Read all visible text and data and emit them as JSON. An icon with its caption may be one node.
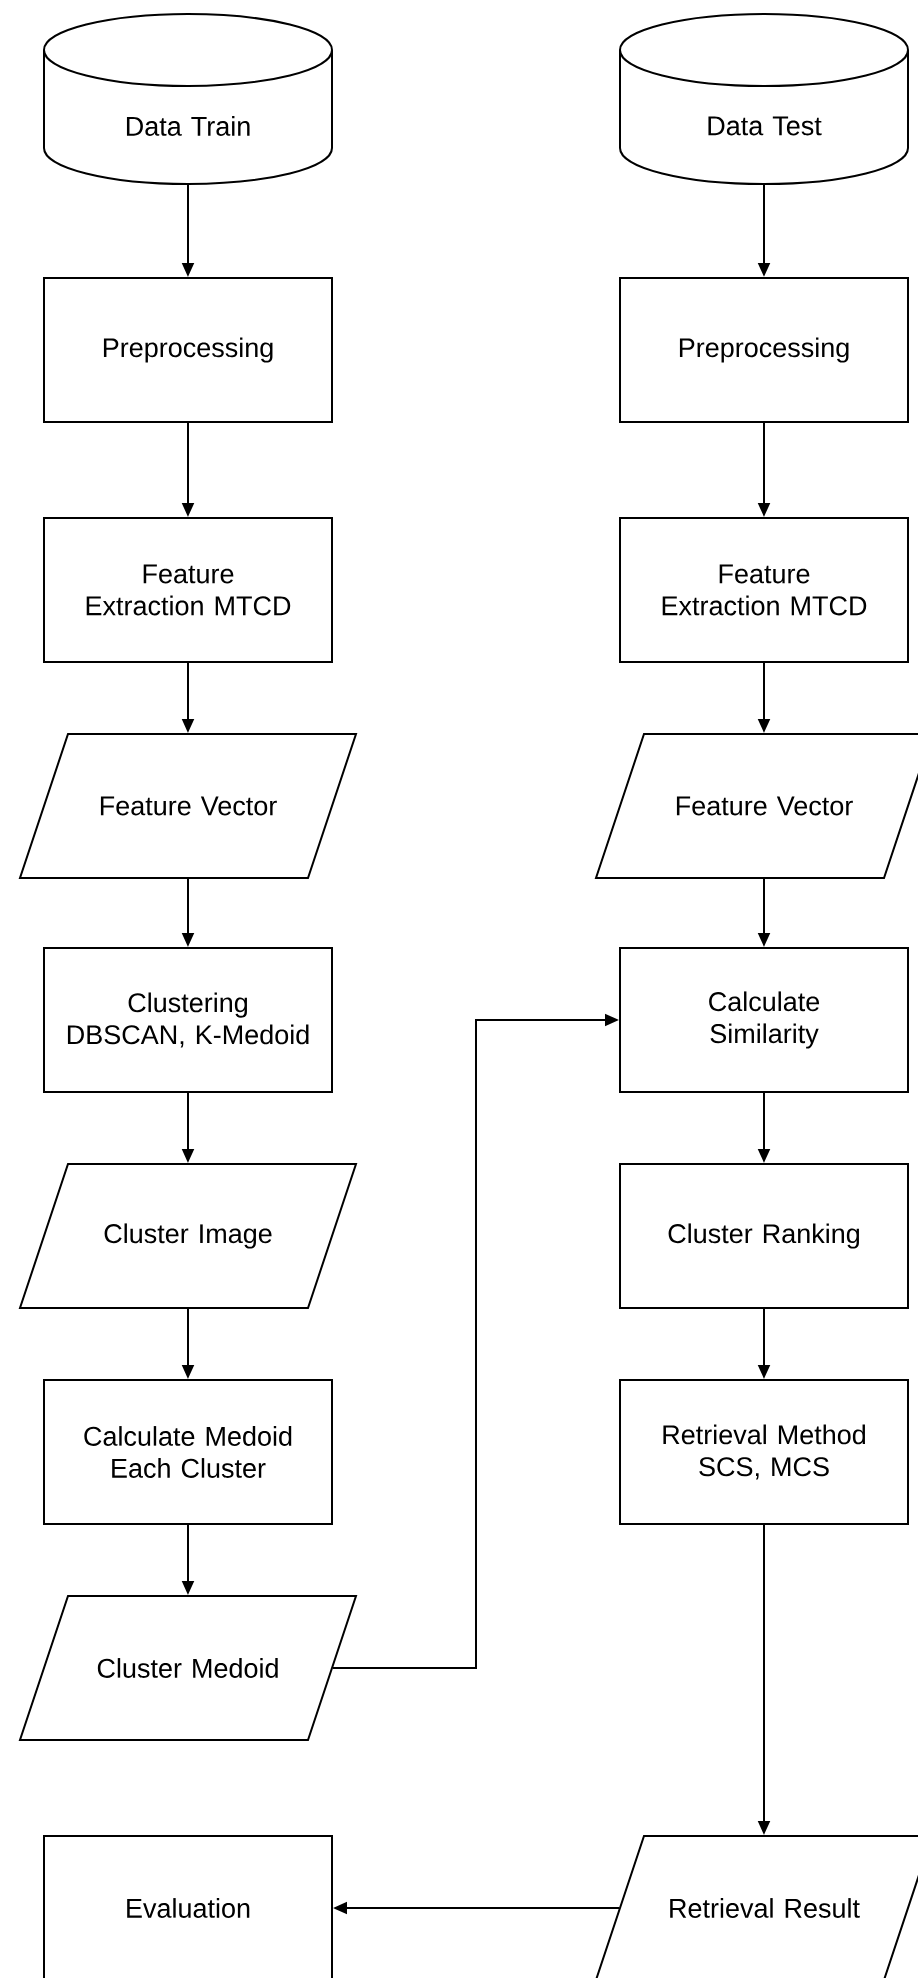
{
  "diagram": {
    "nodes": [
      {
        "text": [
          "Data Train"
        ]
      },
      {
        "text": [
          "Preprocessing"
        ]
      },
      {
        "text": [
          "Feature Extraction MTCD"
        ]
      },
      {
        "text": [
          "Feature Vector"
        ]
      },
      {
        "text": [
          "Clustering DBSCAN, K-Medoid"
        ]
      },
      {
        "text": [
          "Cluster Image"
        ]
      },
      {
        "text": [
          "Calculate Medoid Each Cluster"
        ]
      },
      {
        "text": [
          "Cluster Medoid"
        ]
      },
      {
        "text": [
          "Evaluation"
        ]
      },
      {
        "text": [
          "Data Test"
        ]
      },
      {
        "text": [
          "Preprocessing"
        ]
      },
      {
        "text": [
          "Feature Extraction MTCD"
        ]
      },
      {
        "text": [
          "Feature Vector"
        ]
      },
      {
        "text": [
          "Calculate Similarity"
        ]
      },
      {
        "text": [
          "Cluster Ranking"
        ]
      },
      {
        "text": [
          "Retrieval Method SCS, MCS"
        ]
      },
      {
        "text": [
          "Retrieval Result"
        ]
      }
    ],
    "edges": [
      {
        "from": 0,
        "to": 1,
        "arrow": "to"
      },
      {
        "from": 1,
        "to": 2,
        "arrow": "to"
      },
      {
        "from": 2,
        "to": 3,
        "arrow": "to"
      },
      {
        "from": 3,
        "to": 4,
        "arrow": "to"
      },
      {
        "from": 4,
        "to": 5,
        "arrow": "to"
      },
      {
        "from": 5,
        "to": 6,
        "arrow": "to"
      },
      {
        "from": 6,
        "to": 7,
        "arrow": "to"
      },
      {
        "from": 9,
        "to": 10,
        "arrow": "to"
      },
      {
        "from": 10,
        "to": 11,
        "arrow": "to"
      },
      {
        "from": 11,
        "to": 12,
        "arrow": "to"
      },
      {
        "from": 12,
        "to": 13,
        "arrow": "to"
      },
      {
        "from": 13,
        "to": 14,
        "arrow": "to"
      },
      {
        "from": 14,
        "to": 15,
        "arrow": "to"
      },
      {
        "from": 15,
        "to": 16,
        "arrow": "to"
      },
      {
        "from": 7,
        "to": 13,
        "arrow": "to"
      },
      {
        "from": 16,
        "to": 8,
        "arrow": "to"
      }
    ]
  }
}
